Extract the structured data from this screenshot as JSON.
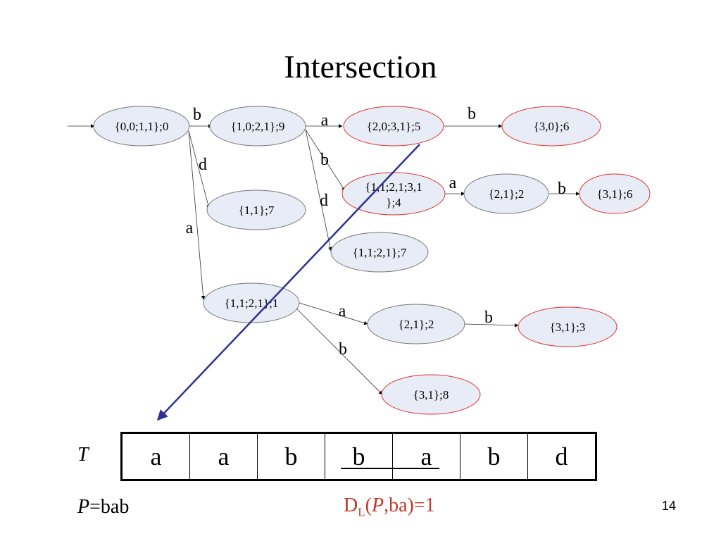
{
  "title": "Intersection",
  "nodes": [
    {
      "id": "n0",
      "label": "{0,0;1,1};0",
      "border": "#777777"
    },
    {
      "id": "n1",
      "label": "{1,0;2,1};9",
      "border": "#777777"
    },
    {
      "id": "n2",
      "label": "{2,0;3,1};5",
      "border": "#e03030"
    },
    {
      "id": "n3",
      "label": "{3,0};6",
      "border": "#e03030"
    },
    {
      "id": "n4",
      "label_line1": "{1,1;2,1;3,1",
      "label_line2": "};4",
      "border": "#e03030"
    },
    {
      "id": "n5",
      "label": "{2,1};2",
      "border": "#777777"
    },
    {
      "id": "n6",
      "label": "{3,1};6",
      "border": "#e03030"
    },
    {
      "id": "n7",
      "label": "{1,1};7",
      "border": "#777777"
    },
    {
      "id": "n8",
      "label": "{1,1;2,1};7",
      "border": "#777777"
    },
    {
      "id": "n9",
      "label": "{1,1;2,1};1",
      "border": "#777777"
    },
    {
      "id": "n10",
      "label": "{2,1};2",
      "border": "#777777"
    },
    {
      "id": "n11",
      "label": "{3,1};3",
      "border": "#e03030"
    },
    {
      "id": "n12",
      "label": "{3,1};8",
      "border": "#e03030"
    }
  ],
  "edge_labels": [
    "b",
    "a",
    "b",
    "d",
    "b",
    "a",
    "b",
    "d",
    "a",
    "a",
    "b",
    "b"
  ],
  "text_row": {
    "label": "T",
    "cells": [
      "a",
      "a",
      "b",
      "b",
      "a",
      "b",
      "d"
    ]
  },
  "pattern": {
    "var": "P",
    "rest": "=bab"
  },
  "distance": {
    "prefix": "D",
    "sub": "L",
    "open": "(",
    "var": "P",
    "rest": ",ba)=1"
  },
  "page_number": "14",
  "colors": {
    "node_fill": "#e8ecf6",
    "red_border": "#e03030",
    "gray_border": "#777777",
    "diagonal": "#2e3192",
    "distance_text": "#c0392b"
  }
}
